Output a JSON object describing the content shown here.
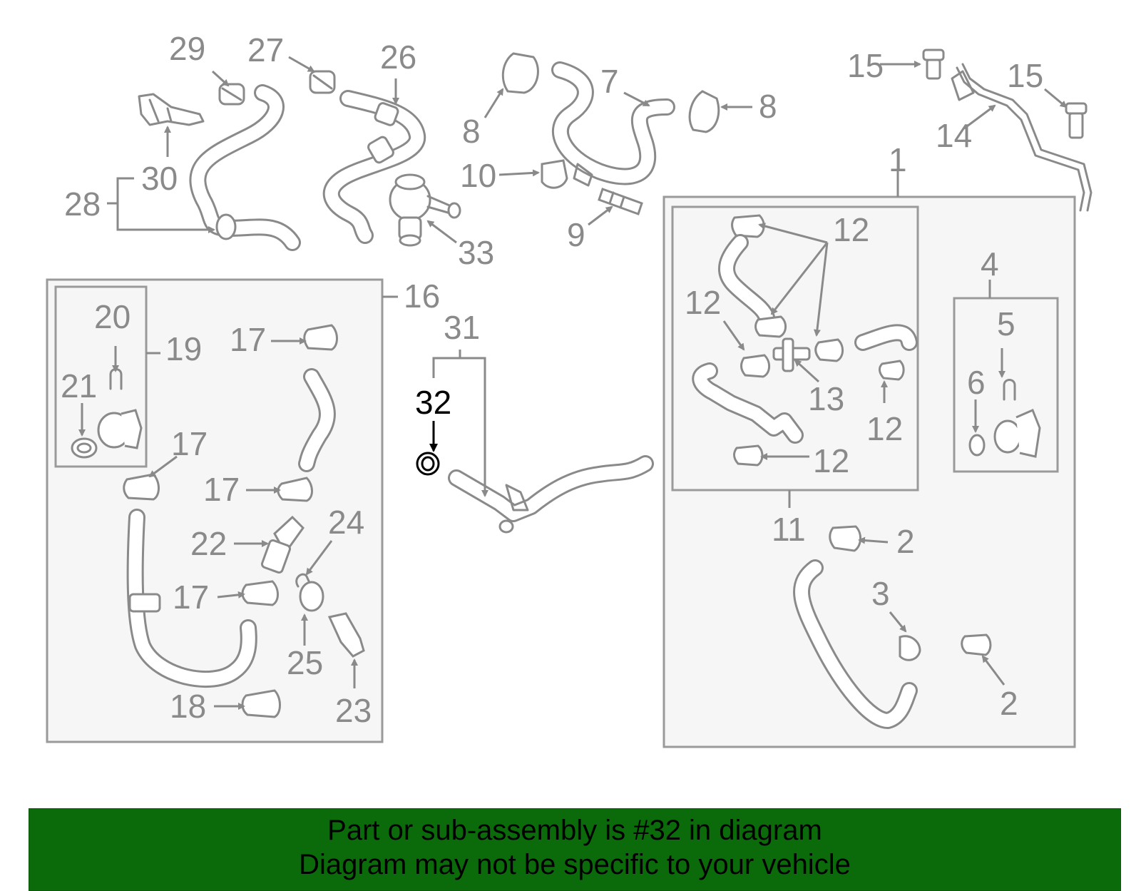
{
  "callouts": {
    "n1": "1",
    "n2a": "2",
    "n2b": "2",
    "n3": "3",
    "n4": "4",
    "n5": "5",
    "n6": "6",
    "n7": "7",
    "n8a": "8",
    "n8b": "8",
    "n9": "9",
    "n10": "10",
    "n11": "11",
    "n12a": "12",
    "n12b": "12",
    "n12c": "12",
    "n12d": "12",
    "n13": "13",
    "n14": "14",
    "n15a": "15",
    "n15b": "15",
    "n16": "16",
    "n17a": "17",
    "n17b": "17",
    "n17c": "17",
    "n17d": "17",
    "n18": "18",
    "n19": "19",
    "n20": "20",
    "n21": "21",
    "n22": "22",
    "n23": "23",
    "n24": "24",
    "n25": "25",
    "n26": "26",
    "n27": "27",
    "n28": "28",
    "n29": "29",
    "n30": "30",
    "n31": "31",
    "n32": "32",
    "n33": "33"
  },
  "highlight_part": "32",
  "colors": {
    "parts": "#8a8a8a",
    "highlight": "#000000",
    "footer_bg": "#0b6b0b"
  },
  "footer": {
    "line1": "Part or sub-assembly is #32 in diagram",
    "line2": "Diagram may not be specific to your vehicle"
  }
}
